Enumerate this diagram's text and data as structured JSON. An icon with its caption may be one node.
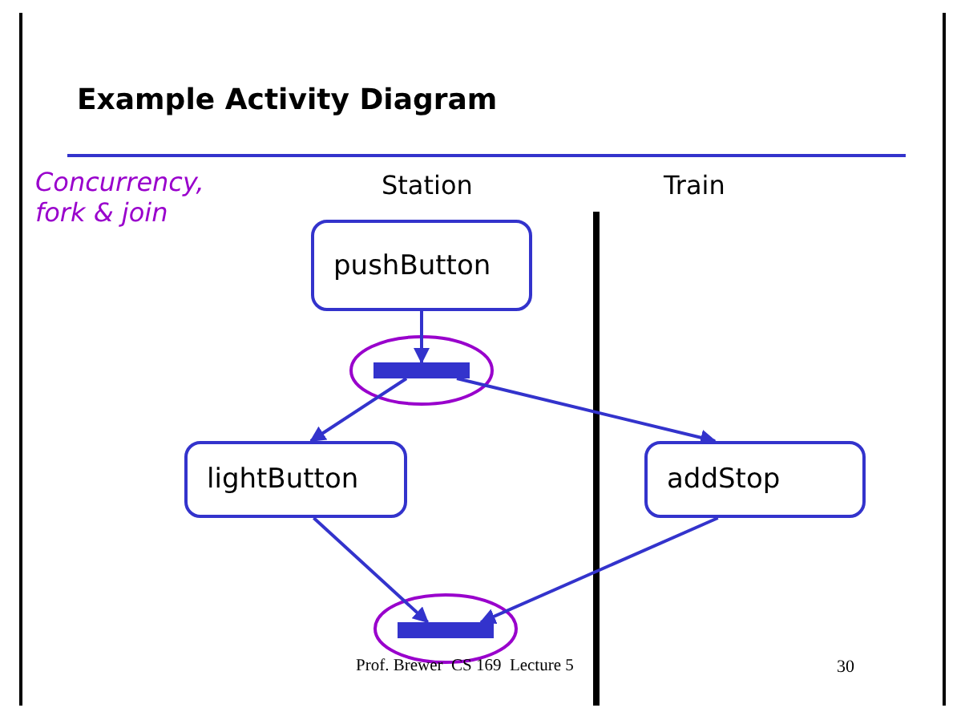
{
  "diagram": {
    "title": "Example Activity Diagram",
    "nodes": [
      {
        "text": [
          "pushButton"
        ]
      },
      {
        "text": [],
        "shape": "bar"
      },
      {
        "text": [
          "lightButton"
        ]
      },
      {
        "text": [
          "addStop"
        ]
      },
      {
        "text": [],
        "shape": "bar"
      }
    ],
    "edges": [
      {
        "from": 0,
        "to": 1,
        "arrow": "to"
      },
      {
        "from": 1,
        "to": 2,
        "arrow": "to"
      },
      {
        "from": 1,
        "to": 3,
        "arrow": "to"
      },
      {
        "from": 2,
        "to": 4,
        "arrow": "to"
      },
      {
        "from": 3,
        "to": 4,
        "arrow": "to"
      }
    ],
    "labels": [
      "Concurrency, fork & join",
      "Station",
      "Train",
      "Prof. Brewer  CS 169  Lecture 5",
      "30"
    ]
  }
}
